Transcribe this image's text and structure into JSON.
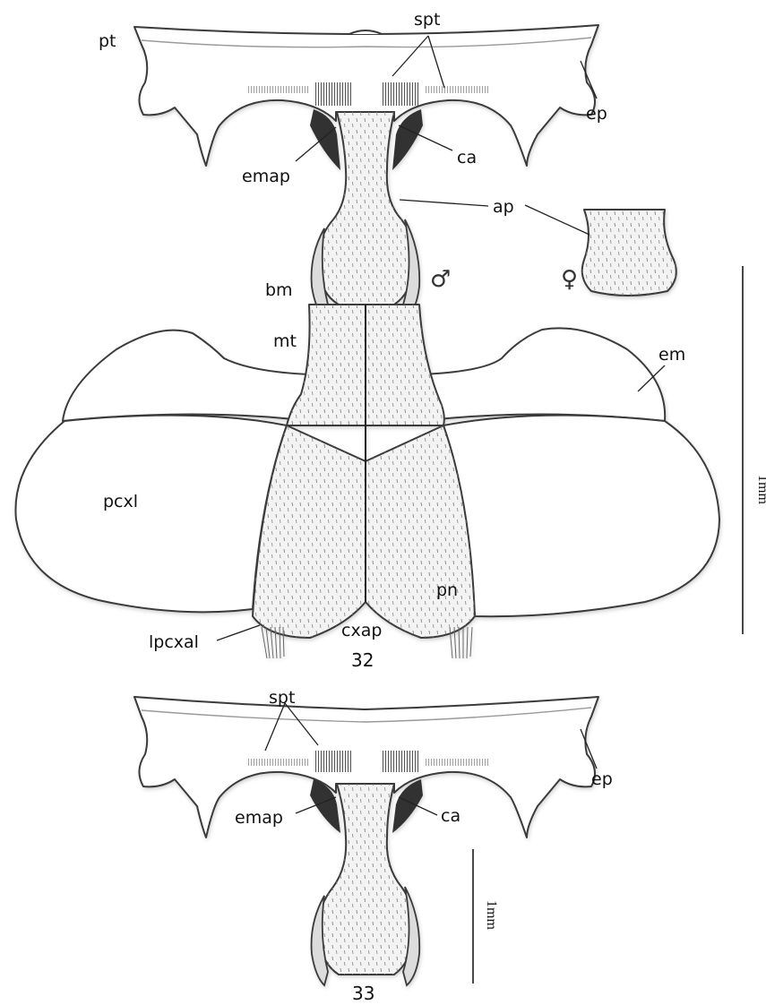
{
  "labels": {
    "pt": "pt",
    "spt_top": "spt",
    "ep_top": "ep",
    "emap_top": "emap",
    "ca_top": "ca",
    "ap": "ap",
    "bm": "bm",
    "mt": "mt",
    "em": "em",
    "pcxl": "pcxl",
    "pn": "pn",
    "lpcxal": "lpcxal",
    "cxap": "cxap",
    "spt_bottom": "spt",
    "ep_bottom": "ep",
    "emap_bottom": "emap",
    "ca_bottom": "ca"
  },
  "figures": {
    "fig32": "32",
    "fig33": "33"
  },
  "symbols": {
    "male": "♂",
    "female": "♀"
  },
  "scale_bars": {
    "scale_32": "1mm",
    "scale_33": "1mm"
  }
}
